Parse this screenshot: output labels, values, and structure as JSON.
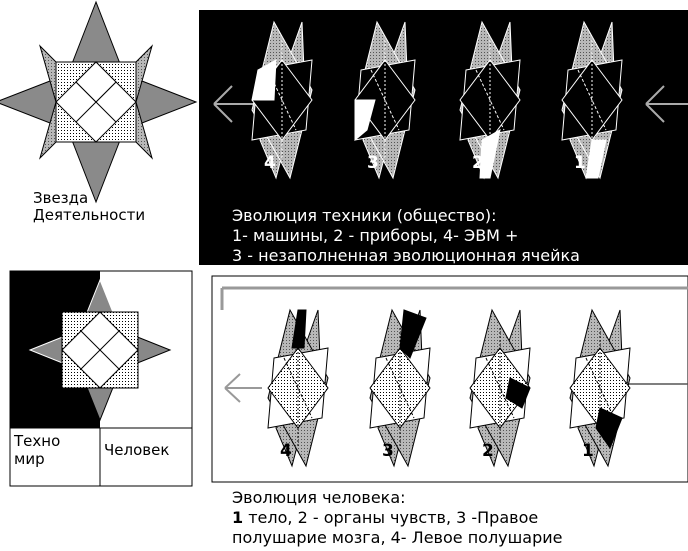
{
  "left_star": {
    "caption_line1": "Звезда",
    "caption_line2": "Деятельности"
  },
  "techno_panel": {
    "label_left_line1": "Техно",
    "label_left_line2": "мир",
    "label_right": "Человек"
  },
  "tech_evolution": {
    "numbers": [
      "4",
      "3",
      "2",
      "1"
    ],
    "caption_line1": "Эволюция техники (общество):",
    "caption_line2": "1- машины,  2 - приборы, 4- ЭВМ +",
    "caption_line3": "3 - незаполненная эволюционная ячейка"
  },
  "human_evolution": {
    "numbers": [
      "4",
      "3",
      "2",
      "1"
    ],
    "caption_line1": "Эволюция человека:",
    "caption_line2_num": "1",
    "caption_line2_rest": " тело, 2 - органы чувств, 3 -Правое",
    "caption_line3": "полушарие мозга, 4- Левое полушарие"
  },
  "colors": {
    "black": "#000000",
    "white": "#ffffff",
    "gray": "#9a9a9a"
  }
}
